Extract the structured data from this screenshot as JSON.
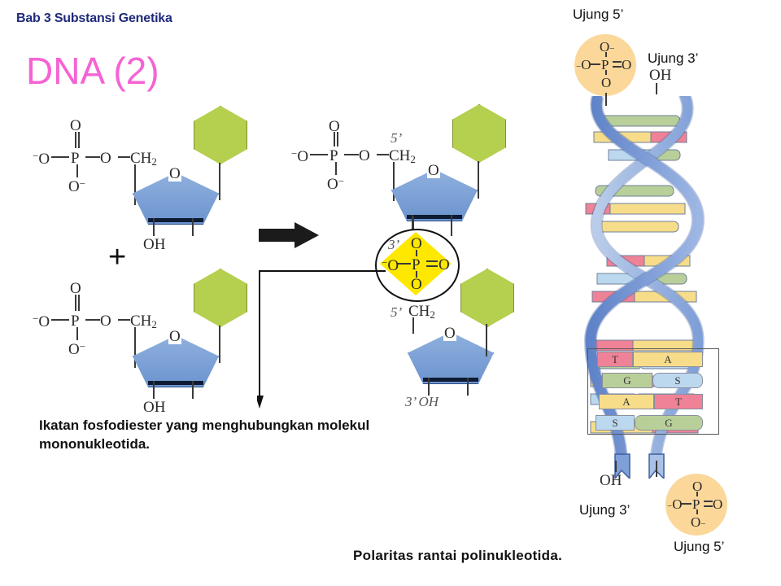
{
  "chapter_label": "Bab 3 Substansi Genetika",
  "slide_title": "DNA (2)",
  "captions": {
    "bond": "Ikatan fosfodiester yang menghubungkan molekul mononukleotida.",
    "polarity": "Polaritas rantai polinukleotida."
  },
  "colors": {
    "title_pink": "#f563d4",
    "chapter_navy": "#1f2a7a",
    "base_green": "#b5cf4f",
    "sugar_blue": "#7a9ed4",
    "highlight_yellow": "#ffe800",
    "phosphate_orange": "#fbd79a",
    "ribbon_blue": "#6f8fd0",
    "base_T": "#ef8296",
    "base_A": "#f7dd8a",
    "base_G": "#b9cf9a",
    "base_S": "#bcd8ef"
  },
  "chem_labels": {
    "O": "O",
    "P": "P",
    "O_minus": "O",
    "minus": "−",
    "CH2": "CH",
    "CH2_sub": "2",
    "OH": "OH",
    "prime5": "5’",
    "prime3": "3’",
    "plus": "+",
    "OH_3prime": "3’  OH",
    "CH2_5prime": "5’"
  },
  "reactant_1": {
    "phosphate_top_O": "O",
    "phosphate_left_O": "O",
    "phosphate_bottom_O": "O",
    "P": "P",
    "ester_O": "O",
    "CH2": "CH",
    "ring_O": "O",
    "OH": "OH"
  },
  "reactant_2": {
    "phosphate_top_O": "O",
    "phosphate_left_O": "O",
    "phosphate_bottom_O": "O",
    "P": "P",
    "ester_O": "O",
    "CH2": "CH",
    "ring_O": "O",
    "OH": "OH"
  },
  "product": {
    "phosphate_top_O": "O",
    "phosphate_left_O": "O",
    "phosphate_bottom_O": "O",
    "P": "P",
    "ester_O": "O",
    "CH2": "CH",
    "label_5prime_top": "5’",
    "ring_O_top": "O",
    "ring_O_bottom": "O",
    "bond_label_3prime": "3’",
    "bond_O_top": "O",
    "bond_O_left": "O",
    "bond_P": "P",
    "bond_O_right": "O",
    "bond_O_bottom": "O",
    "label_5prime_CH2": "5’",
    "CH2_bottom": "CH",
    "label_3prime_OH": "3’  OH"
  },
  "helix": {
    "top_labels": {
      "five_prime": "Ujung 5’",
      "three_prime": "Ujung 3’",
      "three_prime_OH": "OH"
    },
    "bottom_labels": {
      "three_prime": "Ujung 3’",
      "three_prime_OH": "OH",
      "five_prime": "Ujung 5’"
    },
    "phosphate_top": {
      "O_top": "O",
      "O_left": "O",
      "P": "P",
      "O_right": "O",
      "O_bottom": "O"
    },
    "phosphate_bottom": {
      "O_top": "O",
      "O_left": "O",
      "P": "P",
      "O_right": "O",
      "O_bottom": "O"
    },
    "base_pairs": [
      {
        "left": "T",
        "right": "A",
        "left_color": "base_T",
        "right_color": "base_A"
      },
      {
        "left": "G",
        "right": "S",
        "left_color": "base_G",
        "right_color": "base_S"
      },
      {
        "left": "A",
        "right": "T",
        "left_color": "base_A",
        "right_color": "base_T"
      },
      {
        "left": "S",
        "right": "G",
        "left_color": "base_S",
        "right_color": "base_G"
      }
    ]
  }
}
